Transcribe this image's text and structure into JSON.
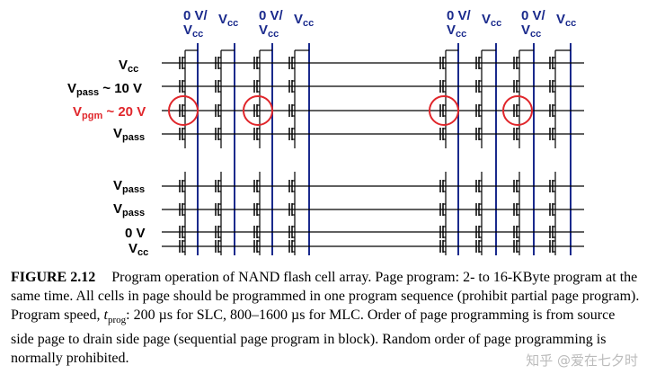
{
  "rows": {
    "vcc_top": {
      "main": "V",
      "sub": "cc"
    },
    "vpass_1": {
      "main": "V",
      "sub": "pass",
      "tail": " ~ 10 V"
    },
    "vpgm": {
      "main": "V",
      "sub": "pgm",
      "tail": " ~ 20 V",
      "color": "#e0262b"
    },
    "vpass_2": {
      "main": "V",
      "sub": "pass"
    },
    "vpass_3": {
      "main": "V",
      "sub": "pass"
    },
    "vpass_4": {
      "main": "V",
      "sub": "pass"
    },
    "zero_v": {
      "text": "0 V"
    },
    "vcc_bot": {
      "main": "V",
      "sub": "cc"
    }
  },
  "bitlines": {
    "alt": {
      "line1": "0 V/",
      "line2_main": "V",
      "line2_sub": "cc"
    },
    "vcc": {
      "main": "V",
      "sub": "cc"
    }
  },
  "colors": {
    "bitline": "#1a2a8c",
    "highlight": "#e0262b",
    "wire": "#000000"
  },
  "caption": {
    "label": "FIGURE 2.12",
    "text_before_t": "Program operation of NAND flash cell array. Page program: 2- to 16-KByte program at the same time. All cells in page should be programmed in one program sequence (prohibit partial page program). Program speed, ",
    "t": "t",
    "t_sub": "prog",
    "text_after_t": ": 200 µs for SLC, 800–1600 µs for MLC. Order of page programming is from source side page to drain side page (sequential page program in block). Random order of page programming is normally prohibited."
  },
  "watermark": "知乎 @爱在七夕时"
}
